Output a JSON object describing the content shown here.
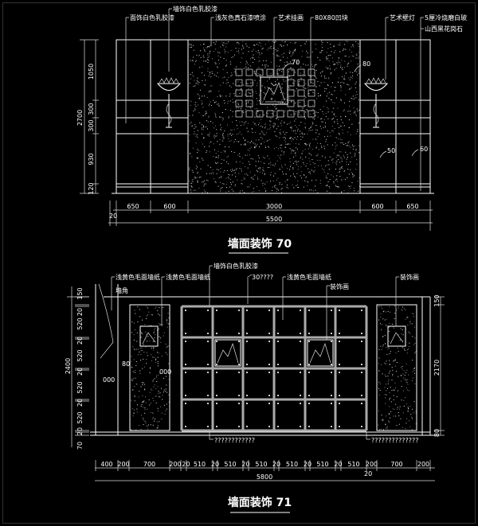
{
  "drawing_70": {
    "title": "墙面装饰 70",
    "callouts": [
      "面饰白色乳胶漆",
      "墙饰白色乳胶漆",
      "浅灰色真石漆喷涂",
      "艺术挂画",
      "80X80凹块",
      "艺术壁灯",
      "5厘冷烧磨白玻",
      "山西黑花岗石"
    ],
    "tags": [
      "70",
      "80",
      "50",
      "60"
    ],
    "vertical_dims": [
      "1050",
      "300",
      "300",
      "930",
      "120"
    ],
    "vertical_total": "2700",
    "horizontal_dims": [
      "650",
      "600",
      "3000",
      "600",
      "650"
    ],
    "horizontal_total": "5500",
    "offset": "20"
  },
  "drawing_71": {
    "title": "墙面装饰 71",
    "callouts": [
      "浅黄色毛面墙纸",
      "墙角",
      "浅黄色毛面墙纸",
      "墙饰白色乳胶漆",
      "30????",
      "浅黄色毛面墙纸",
      "装饰画",
      "装饰画"
    ],
    "bottom_notes": [
      "????????????",
      "??????????????"
    ],
    "tags": [
      "000",
      "80",
      "000"
    ],
    "vertical_dims": [
      "150",
      "20",
      "520",
      "20",
      "520",
      "20",
      "520",
      "20",
      "520",
      "20",
      "70"
    ],
    "vertical_total": "2400",
    "right_dims": [
      "150",
      "2170",
      "80"
    ],
    "horizontal_dims": [
      "400",
      "200",
      "700",
      "200",
      "20",
      "510",
      "20",
      "510",
      "20",
      "510",
      "20",
      "510",
      "20",
      "510",
      "20",
      "510",
      "200",
      "700",
      "200"
    ],
    "horizontal_total": "5800",
    "offset": "20"
  }
}
